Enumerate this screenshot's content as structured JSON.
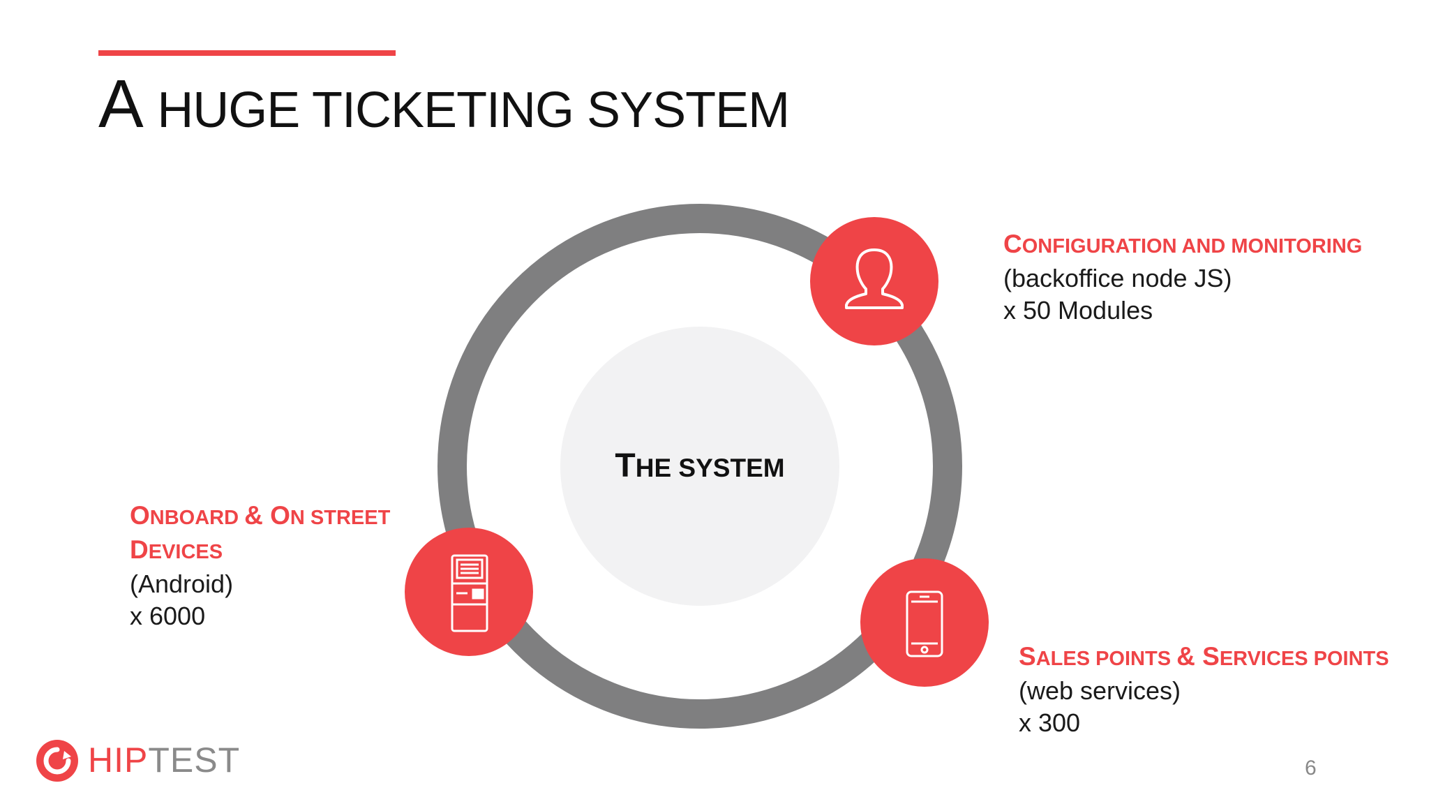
{
  "title": {
    "first": "A",
    "rest": "HUGE TICKETING SYSTEM"
  },
  "center": {
    "first": "T",
    "rest": "HE SYSTEM"
  },
  "nodes": {
    "config": {
      "title_parts": [
        "C",
        "ONFIGURATION AND MONITORING"
      ],
      "lines": [
        "(backoffice node JS)",
        "x 50 Modules"
      ],
      "icon": "user-icon"
    },
    "onboard": {
      "title_parts": [
        "O",
        "NBOARD ",
        "&",
        " ",
        "O",
        "N STREET ",
        "D",
        "EVICES"
      ],
      "lines": [
        "(Android)",
        "x 6000"
      ],
      "icon": "ticket-machine-icon"
    },
    "sales": {
      "title_parts": [
        "S",
        "ALES POINTS ",
        "&",
        " ",
        "S",
        "ERVICES POINTS"
      ],
      "lines": [
        "(web services)",
        "x 300"
      ],
      "icon": "smartphone-icon"
    }
  },
  "logo": {
    "text_hip": "HIP",
    "text_test": "TEST",
    "icon": "hiptest-logo-icon"
  },
  "page_number": "6",
  "colors": {
    "accent": "#ef4447",
    "ring": "#7f7f80",
    "center_fill": "#f2f2f3",
    "text": "#111111"
  }
}
